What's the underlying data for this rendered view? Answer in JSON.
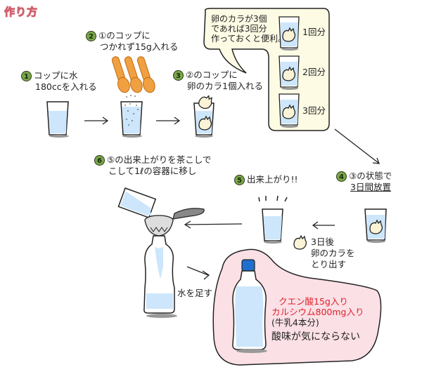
{
  "title": "作り方",
  "steps": [
    {
      "number": "1",
      "line1": "コップに水",
      "line2": "180ccを入れる"
    },
    {
      "number": "2",
      "line1": "①のコップに",
      "line2": "つかれず15g入れる"
    },
    {
      "number": "3",
      "line1": "②のコップに",
      "line2": "卵のカラ1個入れる"
    },
    {
      "number": "4",
      "line1": "③の状態で",
      "line2": "3日間放置"
    },
    {
      "number": "5",
      "line1": "出来上がり!!"
    },
    {
      "number": "6",
      "line1": "⑤の出来上がりを茶こしで",
      "line2": "こして1ℓの容器に移し"
    }
  ],
  "speech_bubble": {
    "line1": "卵のカラが3個",
    "line2": "であれば3回分",
    "line3": "作っておくと便利。",
    "portions": [
      "1回分",
      "2回分",
      "3回分"
    ]
  },
  "remove_note": {
    "line1": "3日後",
    "line2": "卵のカラを",
    "line3": "とり出す"
  },
  "add_water": "水を足す",
  "result_box": {
    "line1": "クエン酸15g入り",
    "line2": "カルシウム800mg入り",
    "line3": "(牛乳4本分)",
    "line4": "酸味が気にならない"
  },
  "colors": {
    "step_badge": "#7aa64a",
    "water": "#cde6fb",
    "spoon": "#f0a040",
    "bubble_bg": "#fdfbe4",
    "result_bg": "#fbe0e6",
    "accent_red": "#e0202a",
    "bottle_cap": "#1e6fd0",
    "title": "#f4a6ae"
  }
}
